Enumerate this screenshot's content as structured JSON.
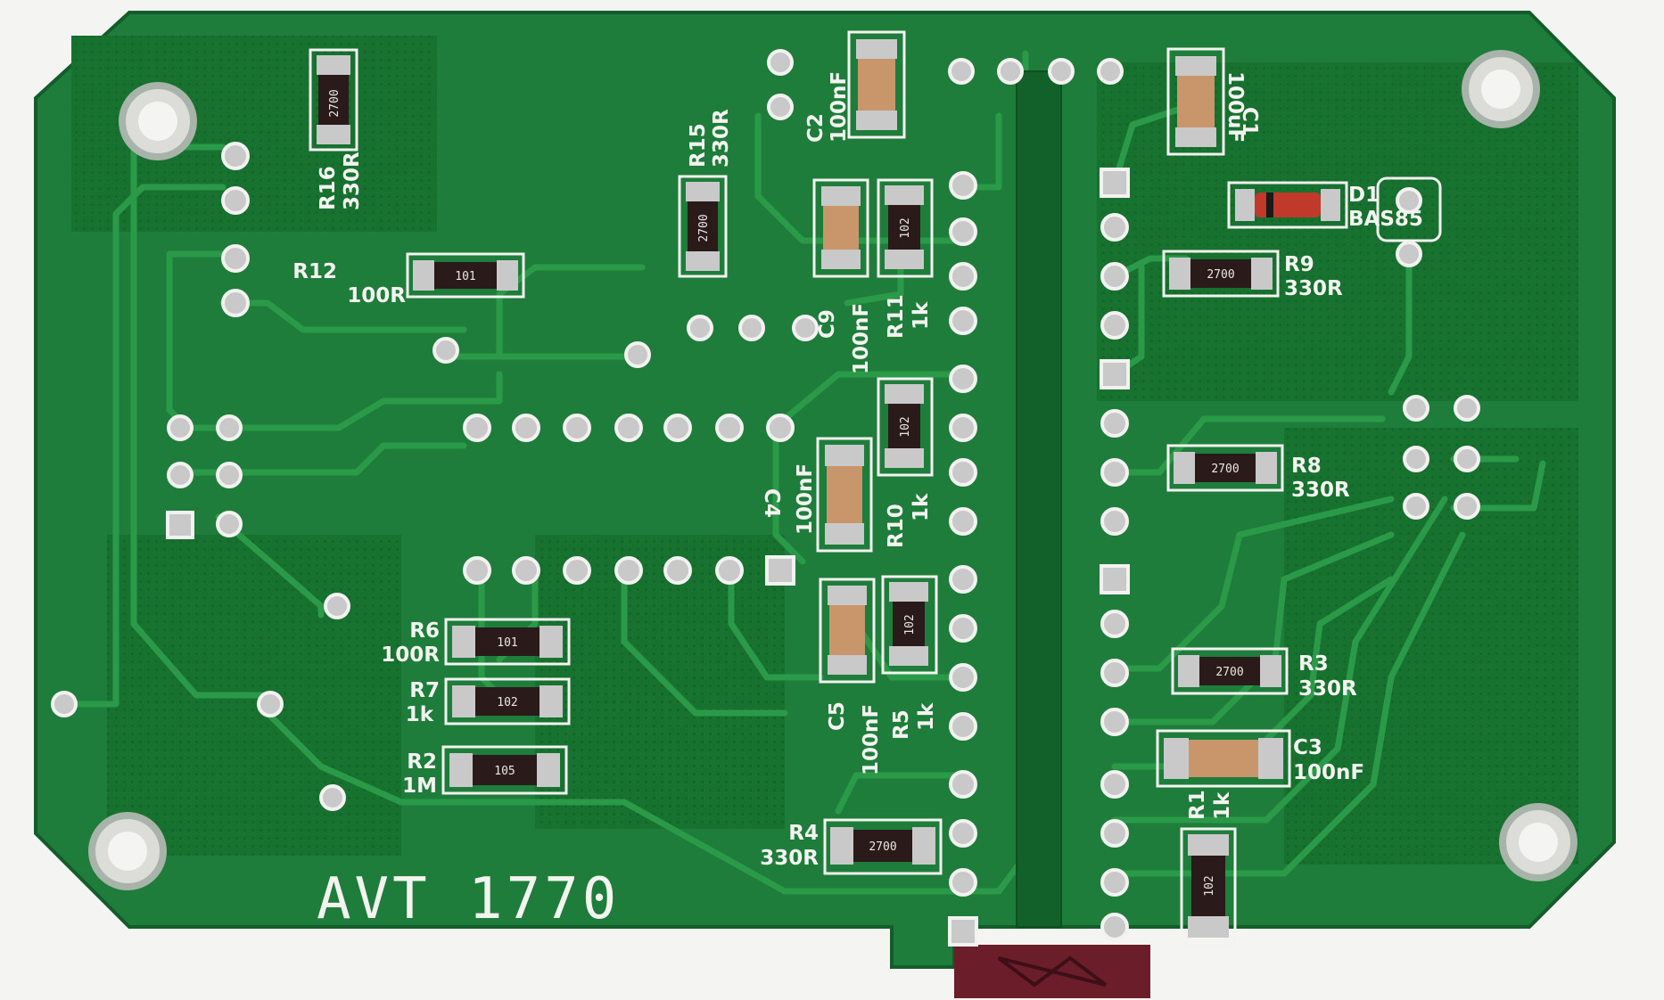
{
  "board": {
    "marking": "AVT 1770",
    "colors": {
      "background": "#f4f4f2",
      "soldermask": "#1e7d3a",
      "copper_pour": "#16692f",
      "trace": "#2b9a48",
      "silkscreen": "#f3f3f0",
      "pad": "#c9c9c9",
      "resistor_body": "#2a1a1a",
      "capacitor_body": "#c9966b",
      "diode_body": "#c0392b"
    }
  },
  "components": [
    {
      "ref": "R16",
      "value": "330R",
      "code": "2700"
    },
    {
      "ref": "R12",
      "value": "100R",
      "code": "101"
    },
    {
      "ref": "R15",
      "value": "330R",
      "code": "2700"
    },
    {
      "ref": "C2",
      "value": "100nF"
    },
    {
      "ref": "C1",
      "value": "100uF"
    },
    {
      "ref": "D1",
      "value": "BAS85"
    },
    {
      "ref": "C9",
      "value": "100nF"
    },
    {
      "ref": "R11",
      "value": "1k",
      "code": "102"
    },
    {
      "ref": "R9",
      "value": "330R",
      "code": "2700"
    },
    {
      "ref": "C4",
      "value": "100nF"
    },
    {
      "ref": "R10",
      "value": "1k",
      "code": "102"
    },
    {
      "ref": "R8",
      "value": "330R",
      "code": "2700"
    },
    {
      "ref": "R6",
      "value": "100R",
      "code": "101"
    },
    {
      "ref": "R7",
      "value": "1k",
      "code": "102"
    },
    {
      "ref": "R2",
      "value": "1M",
      "code": "105"
    },
    {
      "ref": "C5",
      "value": "100nF"
    },
    {
      "ref": "R5",
      "value": "1k",
      "code": "102"
    },
    {
      "ref": "R3",
      "value": "330R",
      "code": "2700"
    },
    {
      "ref": "C3",
      "value": "100nF"
    },
    {
      "ref": "R1",
      "value": "1k",
      "code": "102"
    },
    {
      "ref": "R4",
      "value": "330R",
      "code": "2700"
    }
  ],
  "labels": {
    "R16": "R16",
    "R16v": "330R",
    "R12": "R12",
    "R12v": "100R",
    "R15": "R15",
    "R15v": "330R",
    "C2": "C2",
    "C2v": "100nF",
    "C1": "C1",
    "C1v": "100uF",
    "D1": "D1",
    "D1v": "BAS85",
    "C9": "C9",
    "C9v": "100nF",
    "R11": "R11",
    "R11v": "1k",
    "R9": "R9",
    "R9v": "330R",
    "C4": "C4",
    "C4v": "100nF",
    "R10": "R10",
    "R10v": "1k",
    "R8": "R8",
    "R8v": "330R",
    "R6": "R6",
    "R6v": "100R",
    "R7": "R7",
    "R7v": "1k",
    "R2": "R2",
    "R2v": "1M",
    "C5": "C5",
    "C5v": "100nF",
    "R5": "R5",
    "R5v": "1k",
    "R3": "R3",
    "R3v": "330R",
    "C3": "C3",
    "C3v": "100nF",
    "R1": "R1",
    "R1v": "1k",
    "R4": "R4",
    "R4v": "330R"
  },
  "codes": {
    "r16": "2700",
    "r12": "101",
    "r15": "2700",
    "r11": "102",
    "r9": "2700",
    "r10": "102",
    "r8": "2700",
    "r6": "101",
    "r7": "102",
    "r2": "105",
    "r5": "102",
    "r3": "2700",
    "r1": "102",
    "r4": "2700"
  }
}
